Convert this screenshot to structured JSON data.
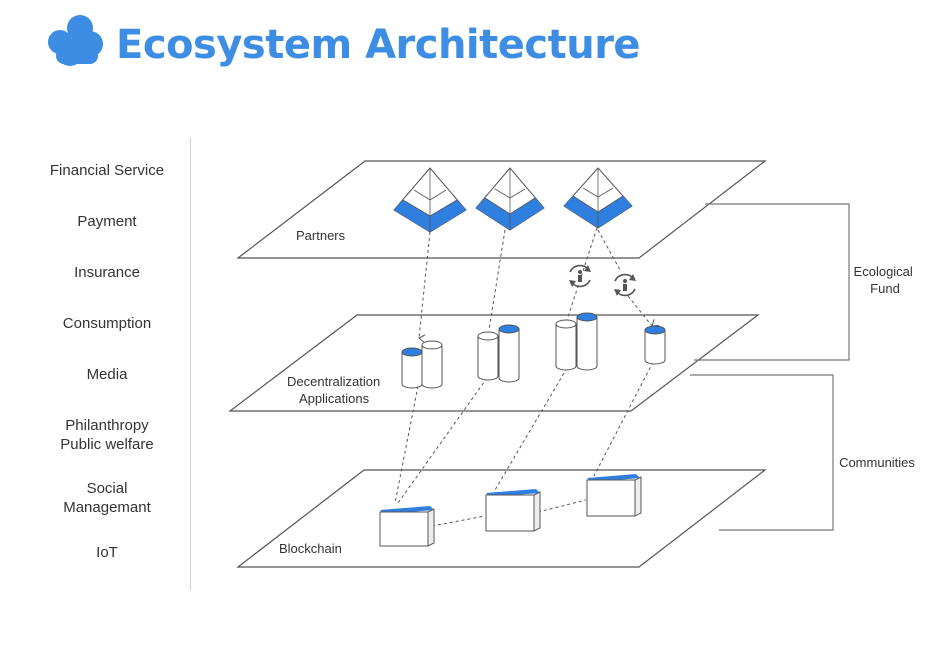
{
  "header": {
    "title": "Ecosystem Architecture",
    "icon": "cloud-icon"
  },
  "categories": [
    "Financial Service",
    "Payment",
    "Insurance",
    "Consumption",
    "Media",
    "Philanthropy\nPublic welfare",
    "Social\nManagemant",
    "IoT"
  ],
  "layers": {
    "partners": "Partners",
    "dapps": "Decentralization\nApplications",
    "blockchain": "Blockchain"
  },
  "brackets": {
    "ecological_fund": "Ecological\nFund",
    "communities": "Communities"
  },
  "colors": {
    "accent": "#3c8de3",
    "line": "#555555",
    "text": "#333333"
  }
}
